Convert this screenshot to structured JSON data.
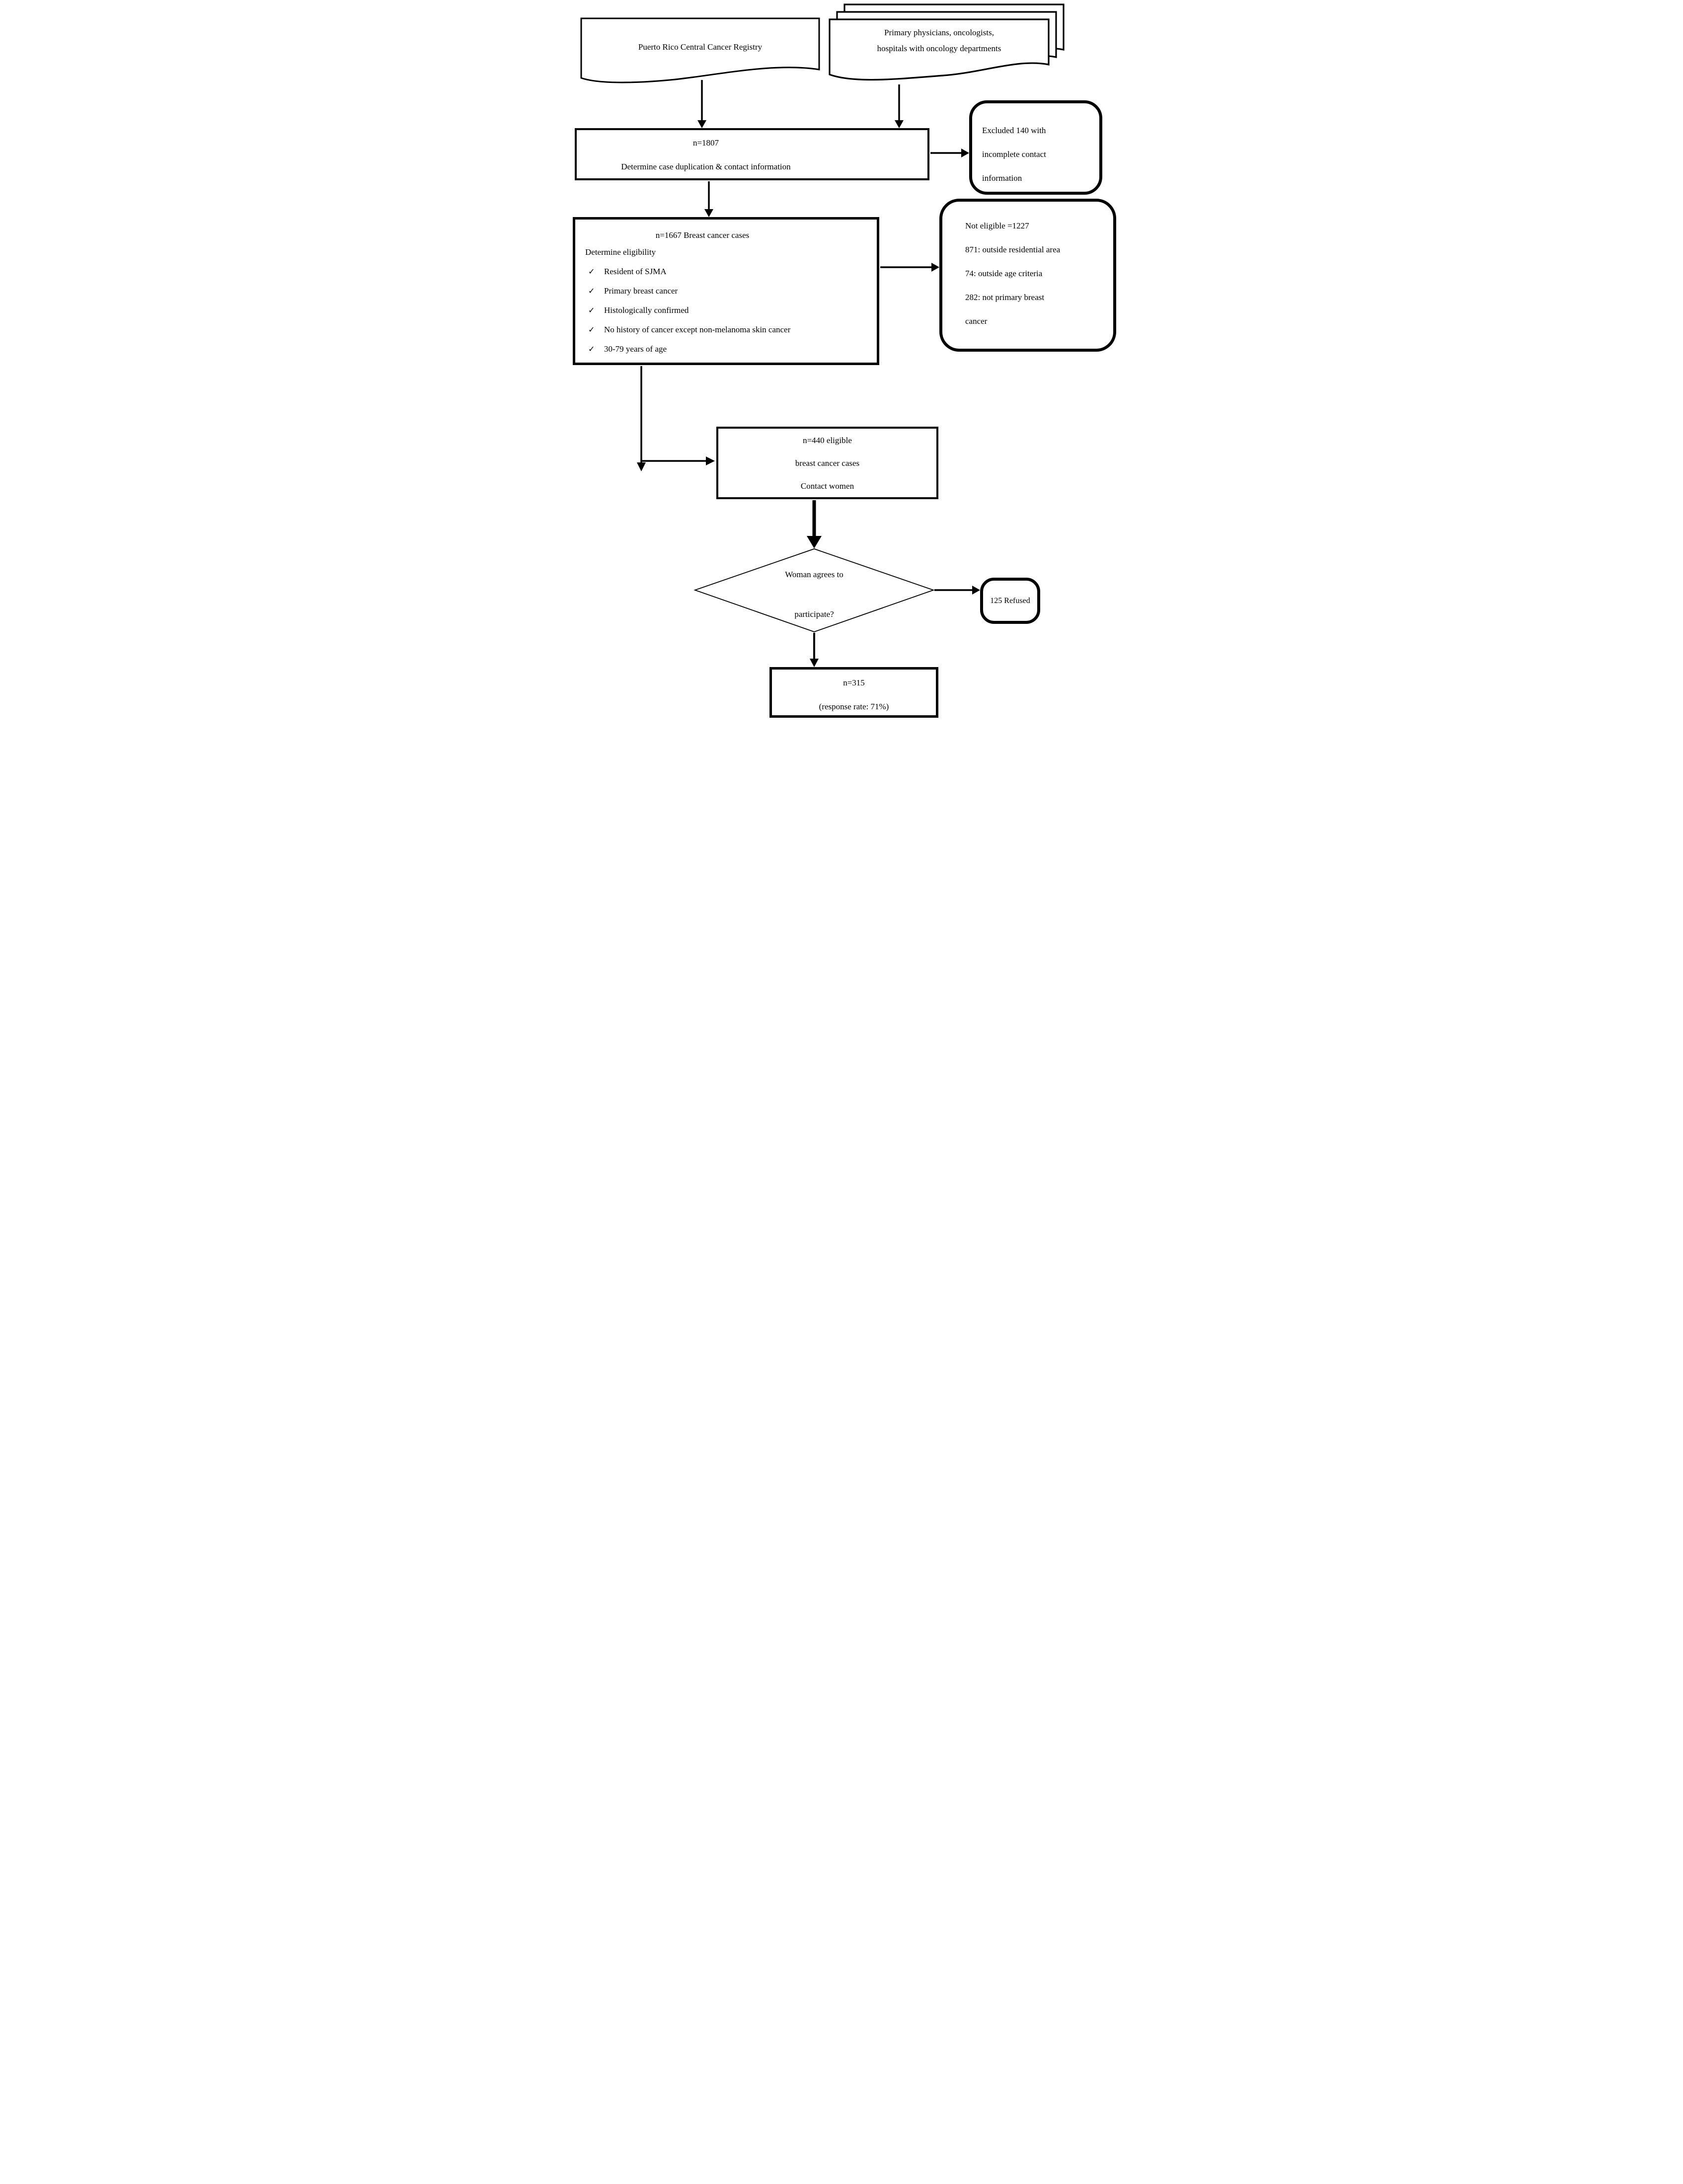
{
  "flowchart": {
    "registry": {
      "label": "Puerto Rico Central Cancer Registry"
    },
    "sources": {
      "line1": "Primary physicians, oncologists,",
      "line2": "hospitals with oncology departments"
    },
    "dedup": {
      "line1": "n=1807",
      "line2": "Determine case duplication & contact information"
    },
    "excluded": {
      "line1": "Excluded 140 with",
      "line2": "incomplete contact",
      "line3": "information"
    },
    "eligibility": {
      "title": "n=1667 Breast cancer cases",
      "subtitle": "Determine eligibility",
      "check_icon": "✓",
      "criteria": [
        "Resident of SJMA",
        "Primary breast cancer",
        "Histologically confirmed",
        "No history of cancer except non-melanoma skin cancer",
        "30-79 years of age"
      ]
    },
    "not_eligible": {
      "line1": "Not eligible =1227",
      "line2": "871: outside residential area",
      "line3": "74: outside age criteria",
      "line4": "282: not primary breast",
      "line5": "cancer"
    },
    "eligible": {
      "line1": "n=440 eligible",
      "line2": "breast cancer cases",
      "line3": "Contact women"
    },
    "decision": {
      "line1": "Woman agrees to",
      "line2": "participate?"
    },
    "refused": {
      "label": "125 Refused"
    },
    "final": {
      "line1": "n=315",
      "line2": "(response rate: 71%)"
    }
  },
  "colors": {
    "ink": "#000000",
    "paper": "#ffffff"
  }
}
